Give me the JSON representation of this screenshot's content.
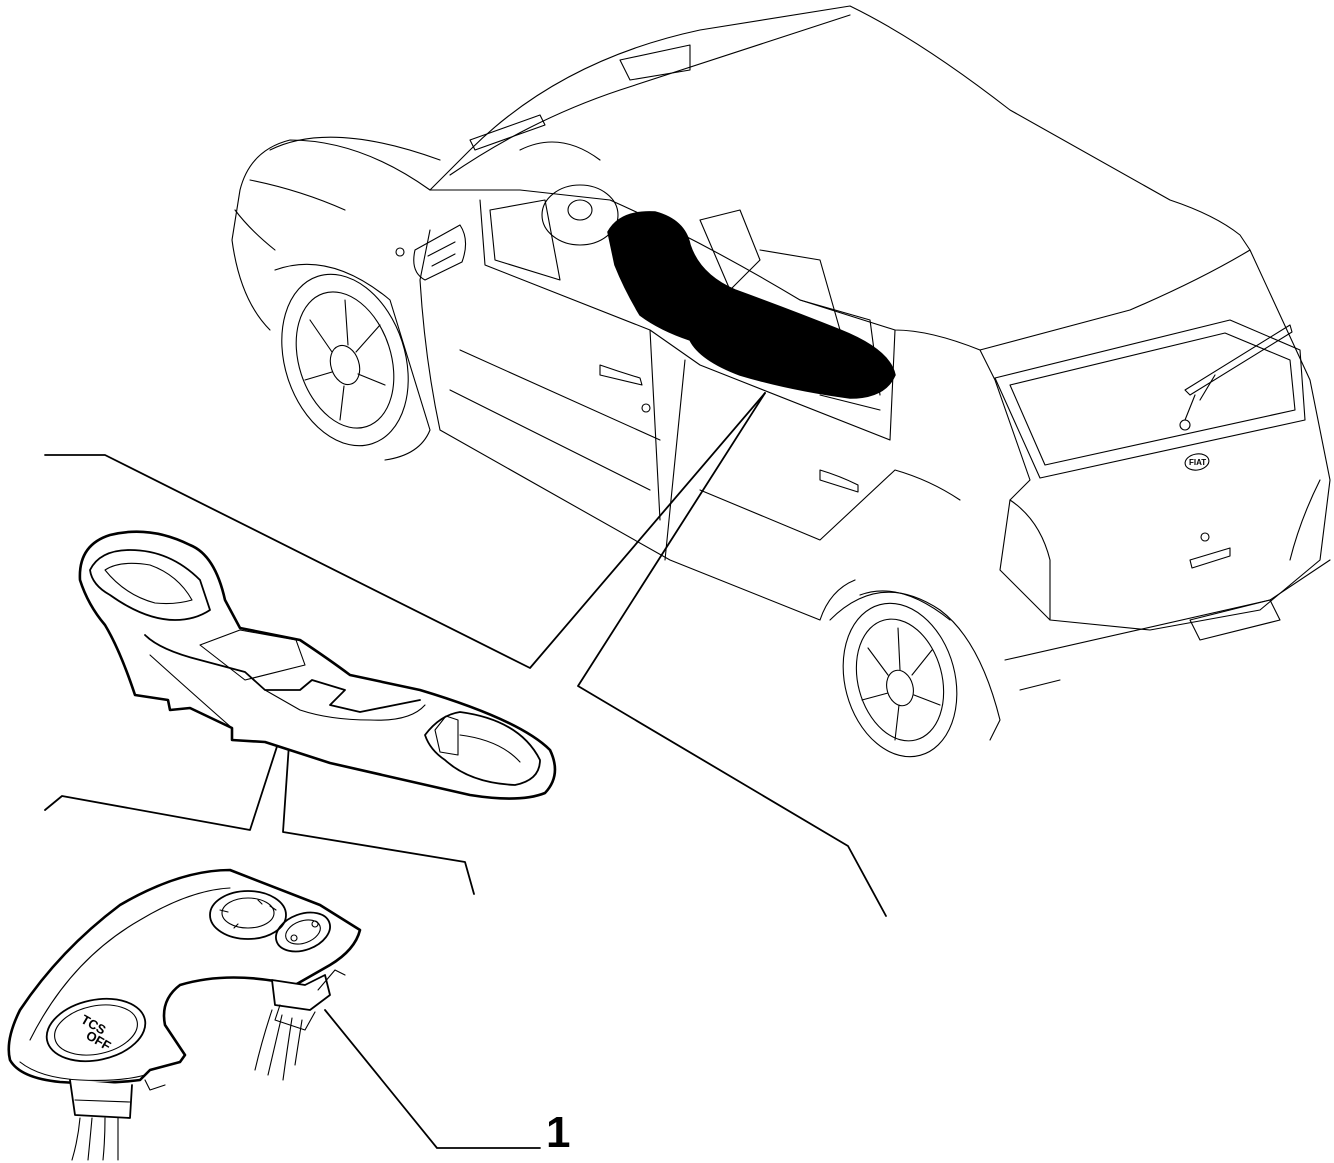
{
  "diagram": {
    "callouts": [
      {
        "number": "1"
      }
    ],
    "switch_panel": {
      "button_labels": [
        "TCS",
        "OFF"
      ]
    },
    "car": {
      "rear_badge": "FIAT"
    }
  }
}
